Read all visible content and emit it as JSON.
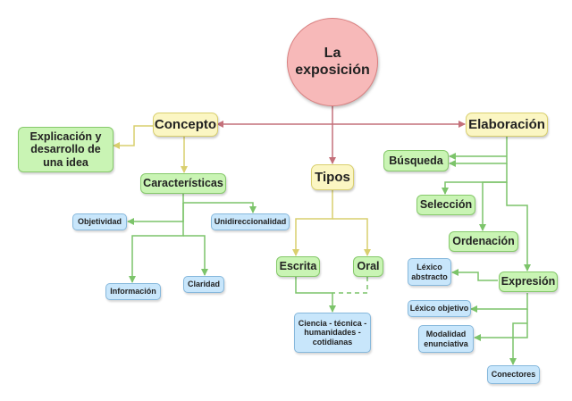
{
  "central": {
    "title": "La exposición"
  },
  "main": {
    "concepto": "Concepto",
    "tipos": "Tipos",
    "elaboracion": "Elaboración"
  },
  "concepto_branch": {
    "explicacion": "Explicación y desarrollo de una idea",
    "caracteristicas": "Características",
    "items": {
      "objetividad": "Objetividad",
      "unidireccionalidad": "Unidireccionalidad",
      "informacion": "Información",
      "claridad": "Claridad"
    }
  },
  "tipos_branch": {
    "escrita": "Escrita",
    "oral": "Oral",
    "ambitos": "Ciencia - técnica - humanidades - cotidianas"
  },
  "elaboracion_branch": {
    "busqueda": "Búsqueda",
    "seleccion": "Selección",
    "ordenacion": "Ordenación",
    "expresion": "Expresión",
    "items": {
      "lexico_abstracto": "Léxico abstracto",
      "lexico_objetivo": "Léxico objetivo",
      "modalidad": "Modalidad enunciativa",
      "conectores": "Conectores"
    }
  },
  "colors": {
    "circle_fill": "#f7b9b9",
    "main_fill": "#fbf6c3",
    "sub_fill": "#c9f4b4",
    "leaf_fill": "#c8e6fb",
    "red_link": "#c4707a",
    "yellow_link": "#d9cf6e",
    "green_link": "#7cc46a"
  }
}
